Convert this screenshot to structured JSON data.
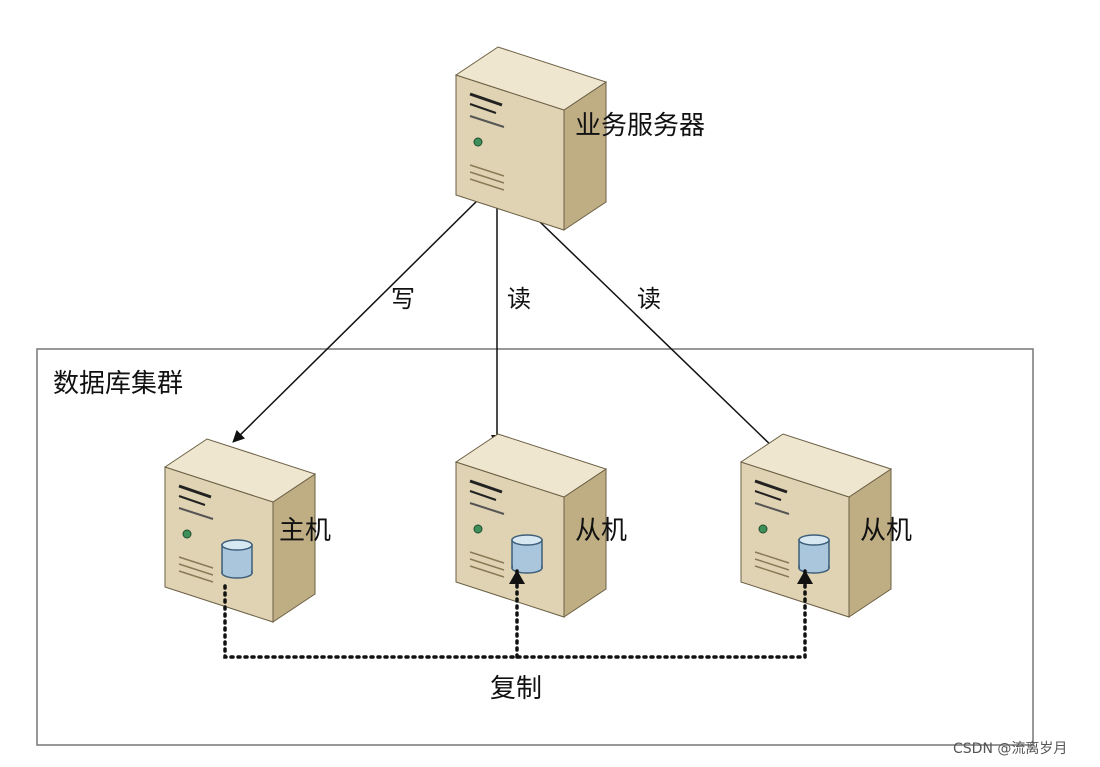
{
  "app_server": {
    "label": "业务服务器"
  },
  "edges": {
    "write": "写",
    "read_center": "读",
    "read_right": "读"
  },
  "cluster": {
    "title": "数据库集群"
  },
  "nodes": {
    "master": "主机",
    "slave_center": "从机",
    "slave_right": "从机"
  },
  "replication": {
    "label": "复制"
  },
  "watermark": "CSDN @流离岁月",
  "icons": [
    "server-icon",
    "database-icon"
  ],
  "colors": {
    "server_front": "#e0d3b3",
    "server_side": "#bfae84",
    "server_top": "#efe6cf",
    "db_cylinder": "#a9c6dc",
    "line": "#111111",
    "cluster_border": "#777777"
  }
}
